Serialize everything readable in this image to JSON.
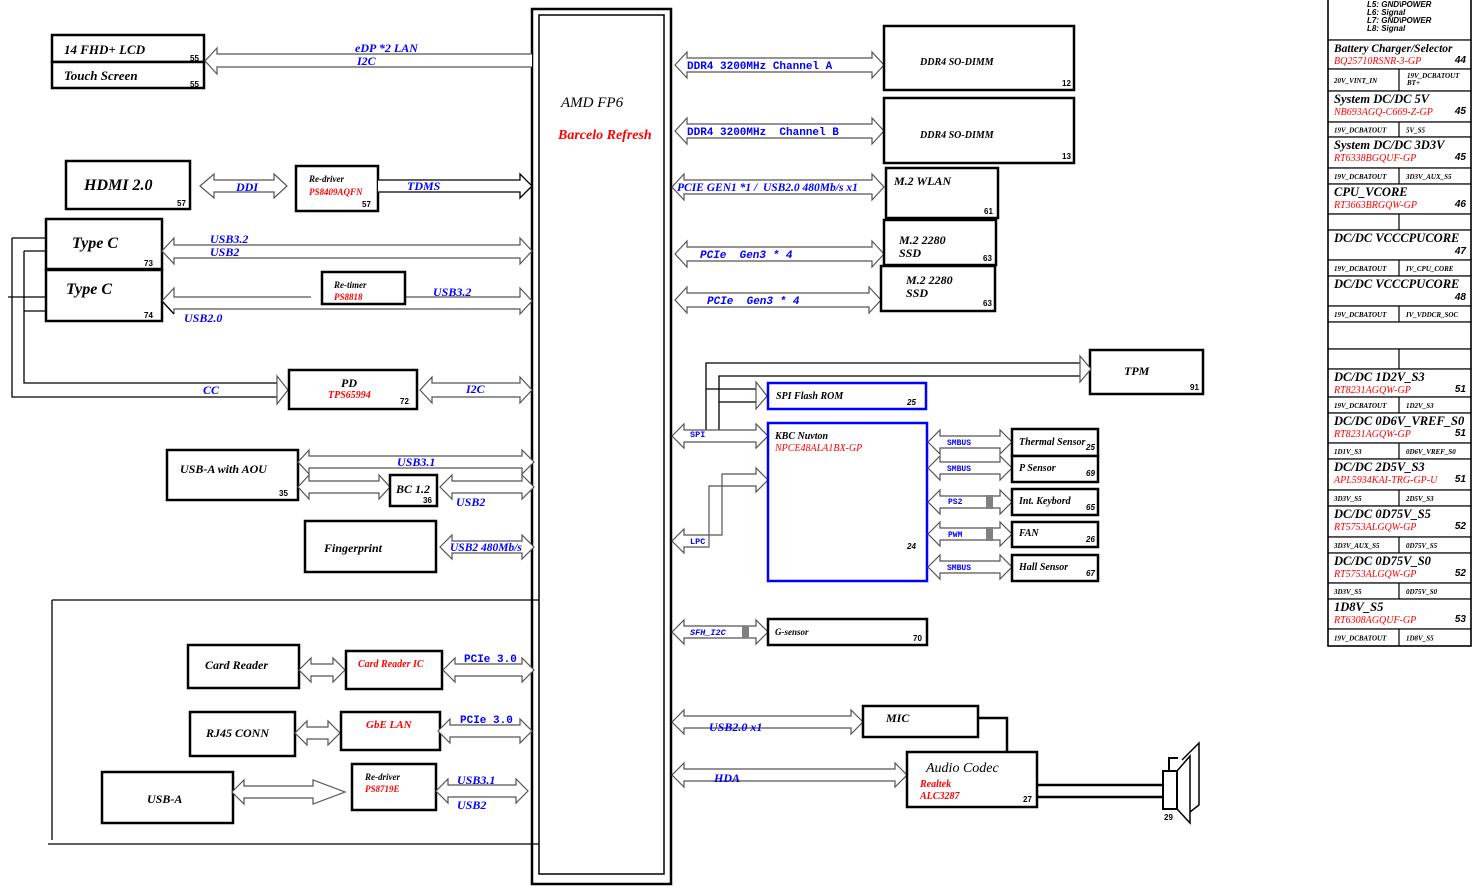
{
  "cpu": {
    "name": "AMD FP6",
    "codename": "Barcelo Refresh"
  },
  "left": {
    "lcd": {
      "label": "14 FHD+ LCD",
      "page": "55"
    },
    "touch": {
      "label": "Touch Screen",
      "page": "55"
    },
    "lcd_bus": {
      "line1": "eDP *2 LAN",
      "line2": "I2C"
    },
    "hdmi": {
      "label": "HDMI 2.0",
      "page": "57"
    },
    "hdmi_redriver": {
      "label": "Re-driver",
      "part": "PS8409AQFN",
      "page": "57"
    },
    "hdmi_bus_ddi": "DDI",
    "hdmi_bus_tdms": "TDMS",
    "typec1": {
      "label": "Type C",
      "page": "73",
      "bus1": "USB3.2",
      "bus2": "USB2"
    },
    "typec2": {
      "label": "Type C",
      "page": "74",
      "bus_usb32": "USB3.2",
      "bus_usb20": "USB2.0"
    },
    "retimer": {
      "label": "Re-timer",
      "part": "PS8818"
    },
    "pd": {
      "label": "PD",
      "part": "TPS65994",
      "page": "72",
      "bus_cc": "CC",
      "bus_i2c": "I2C"
    },
    "usba_aou": {
      "label": "USB-A with AOU",
      "page": "35",
      "bus": "USB3.1"
    },
    "bc12": {
      "label": "BC 1.2",
      "page": "36",
      "bus": "USB2"
    },
    "fingerprint": {
      "label": "Fingerprint",
      "bus": "USB2 480Mb/s"
    },
    "card_reader": {
      "label": "Card Reader"
    },
    "card_reader_ic": {
      "label": "Card Reader IC",
      "bus": "PCIe 3.0"
    },
    "rj45": {
      "label": "RJ45 CONN"
    },
    "gbe_lan": {
      "label": "GbE LAN",
      "bus": "PCIe 3.0"
    },
    "usba": {
      "label": "USB-A"
    },
    "usba_redriver": {
      "label": "Re-driver",
      "part": "PS8719E",
      "bus1": "USB3.1",
      "bus2": "USB2"
    }
  },
  "right": {
    "dimm_a": {
      "label": "DDR4 SO-DIMM",
      "page": "12",
      "bus": "DDR4 3200MHz Channel A"
    },
    "dimm_b": {
      "label": "DDR4 SO-DIMM",
      "page": "13",
      "bus": "DDR4 3200MHz  Channel B"
    },
    "wlan": {
      "label": "M.2 WLAN",
      "page": "61",
      "bus": "PCIE GEN1 *1 /  USB2.0 480Mb/s x1"
    },
    "ssd1": {
      "line1": "M.2 2280",
      "line2": "SSD",
      "page": "63",
      "bus": "PCIe  Gen3 * 4"
    },
    "ssd2": {
      "line1": "M.2 2280",
      "line2": "SSD",
      "page": "63",
      "bus": "PCIe  Gen3 * 4"
    },
    "tpm": {
      "label": "TPM",
      "page": "91"
    },
    "spi_rom": {
      "label": "SPI Flash ROM",
      "page": "25"
    },
    "spi_bus": "SPI",
    "lpc_bus": "LPC",
    "kbc": {
      "label": "KBC Nuvton",
      "part": "NPCE48ALA1BX-GP",
      "page": "24"
    },
    "thermal": {
      "label": "Thermal Sensor",
      "page": "25",
      "bus": "SMBUS"
    },
    "psensor": {
      "label": "P Sensor",
      "page": "69",
      "bus": "SMBUS"
    },
    "keyboard": {
      "label": "Int. Keybord",
      "page": "65",
      "bus": "PS2"
    },
    "fan": {
      "label": "FAN",
      "page": "26",
      "bus": "PWM"
    },
    "hall": {
      "label": "Hall Sensor",
      "page": "67",
      "bus": "SMBUS"
    },
    "gsensor": {
      "label": "G-sensor",
      "page": "70",
      "bus": "SFH_I2C"
    },
    "mic": {
      "label": "MIC",
      "bus": "USB2.0 x1"
    },
    "codec": {
      "label": "Audio Codec",
      "vendor": "Realtek",
      "part": "ALC3287",
      "page": "27",
      "bus": "HDA"
    },
    "speaker": {
      "page": "29"
    }
  },
  "power_table": {
    "layers": [
      "L5:  GND\\POWER",
      "L6:  Signal",
      "L7:  GND\\POWER",
      "L8:  Signal"
    ],
    "rows": [
      {
        "title": "Battery Charger/Selector",
        "part": "BQ25710RSNR-3-GP",
        "page": "44",
        "in": "20V_VINT_IN",
        "out": "19V_DCBATOUT BT+"
      },
      {
        "title": "System DC/DC 5V",
        "part": "NB693AGQ-C669-Z-GP",
        "page": "45",
        "in": "19V_DCBATOUT",
        "out": "5V_S5"
      },
      {
        "title": "System DC/DC 3D3V",
        "part": "RT6338BGQUF-GP",
        "page": "45",
        "in": "19V_DCBATOUT",
        "out": "3D3V_AUX_S5"
      },
      {
        "title": "CPU_VCORE",
        "part": "RT3663BRGQW-GP",
        "page": "46",
        "in": "",
        "out": ""
      },
      {
        "title": "DC/DC VCCCPUCORE",
        "part": "",
        "page": "47",
        "in": "19V_DCBATOUT",
        "out": "IV_CPU_CORE"
      },
      {
        "title": "DC/DC VCCCPUCORE",
        "part": "",
        "page": "48",
        "in": "19V_DCBATOUT",
        "out": "IV_VDDCR_SOC"
      },
      {
        "title": "",
        "part": "",
        "page": "",
        "in": "",
        "out": ""
      },
      {
        "title": "DC/DC 1D2V_S3",
        "part": "RT8231AGQW-GP",
        "page": "51",
        "in": "19V_DCBATOUT",
        "out": "1D2V_S3"
      },
      {
        "title": "DC/DC 0D6V_VREF_S0",
        "part": "RT8231AGQW-GP",
        "page": "51",
        "in": "1D1V_S3",
        "out": "0D6V_VREF_S0"
      },
      {
        "title": "DC/DC 2D5V_S3",
        "part": "APL5934KAI-TRG-GP-U",
        "page": "51",
        "in": "3D3V_S5",
        "out": "2D5V_S3"
      },
      {
        "title": "DC/DC 0D75V_S5",
        "part": "RT5753ALGQW-GP",
        "page": "52",
        "in": "3D3V_AUX_S5",
        "out": "0D75V_S5"
      },
      {
        "title": "DC/DC 0D75V_S0",
        "part": "RT5753ALGQW-GP",
        "page": "52",
        "in": "3D3V_S5",
        "out": "0D75V_S0"
      },
      {
        "title": "1D8V_S5",
        "part": "RT6308AGQUF-GP",
        "page": "53",
        "in": "19V_DCBATOUT",
        "out": "1D8V_S5"
      }
    ]
  }
}
